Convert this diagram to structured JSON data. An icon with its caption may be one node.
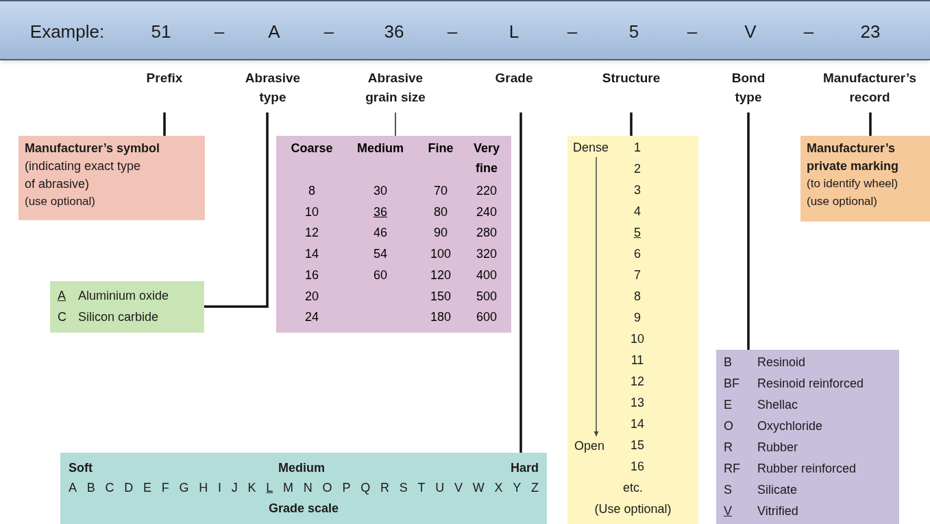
{
  "diagram": {
    "nodes": [
      {
        "text": [
          "Example:",
          "51",
          "–",
          "A",
          "–",
          "36",
          "–",
          "L",
          "–",
          "5",
          "–",
          "V",
          "–",
          "23"
        ]
      },
      {
        "text": [
          "Prefix"
        ]
      },
      {
        "text": [
          "Abrasive type"
        ]
      },
      {
        "text": [
          "Abrasive grain size"
        ]
      },
      {
        "text": [
          "Grade"
        ]
      },
      {
        "text": [
          "Structure"
        ]
      },
      {
        "text": [
          "Bond type"
        ]
      },
      {
        "text": [
          "Manufacturer’s record"
        ]
      },
      {
        "text": [
          "Manufacturer’s symbol",
          "(indicating exact type of abrasive)",
          "(use optional)"
        ]
      },
      {
        "text": [
          "A",
          "Aluminium oxide",
          "C",
          "Silicon carbide"
        ]
      },
      {
        "text": [
          "Coarse",
          "Medium",
          "Fine",
          "Very fine",
          "8",
          "30",
          "70",
          "220",
          "10",
          "36",
          "80",
          "240",
          "12",
          "46",
          "90",
          "280",
          "14",
          "54",
          "100",
          "320",
          "16",
          "60",
          "120",
          "400",
          "20",
          "150",
          "500",
          "24",
          "180",
          "600"
        ]
      },
      {
        "text": [
          "Soft",
          "Medium",
          "Hard",
          "A B C D E F G H I J K L M N O P Q R S T U V W X Y Z",
          "Grade scale"
        ]
      },
      {
        "text": [
          "1",
          "2",
          "3",
          "4",
          "5",
          "6",
          "7",
          "8",
          "9",
          "10",
          "11",
          "12",
          "13",
          "14",
          "15",
          "16",
          "etc.",
          "(Use optional)"
        ]
      },
      {
        "text": [
          "Dense"
        ],
        "in": 12
      },
      {
        "text": [
          "Open"
        ],
        "in": 12
      },
      {
        "text": [
          "B",
          "Resinoid",
          "BF",
          "Resinoid reinforced",
          "E",
          "Shellac",
          "O",
          "Oxychloride",
          "R",
          "Rubber",
          "RF",
          "Rubber reinforced",
          "S",
          "Silicate",
          "V",
          "Vitrified"
        ]
      },
      {
        "text": [
          "Manufacturer’s private marking",
          "(to identify wheel)",
          "(use optional)"
        ]
      }
    ],
    "edges": [
      {
        "from": 1,
        "to": 8,
        "arrow": "none"
      },
      {
        "from": 2,
        "to": 9,
        "arrow": "none"
      },
      {
        "from": 3,
        "to": 10,
        "arrow": "none"
      },
      {
        "from": 4,
        "to": 11,
        "arrow": "none"
      },
      {
        "from": 5,
        "to": 12,
        "arrow": "none"
      },
      {
        "from": 6,
        "to": 15,
        "arrow": "none"
      },
      {
        "from": 7,
        "to": 16,
        "arrow": "none"
      },
      {
        "from": 13,
        "to": 14,
        "arrow": "to"
      }
    ]
  }
}
